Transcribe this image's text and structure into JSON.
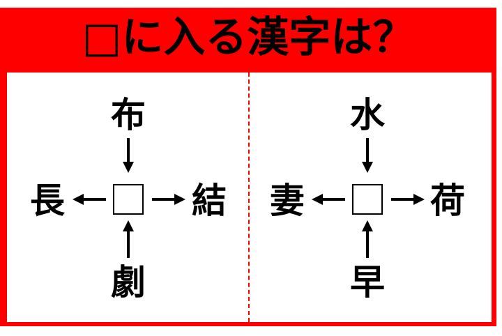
{
  "title": "□に入る漢字は？",
  "colors": {
    "frame": "#ff0000",
    "text": "#000000"
  },
  "puzzles": [
    {
      "top": "布",
      "bottom": "劇",
      "left": "長",
      "right": "結"
    },
    {
      "top": "水",
      "bottom": "早",
      "left": "妻",
      "right": "荷"
    }
  ]
}
